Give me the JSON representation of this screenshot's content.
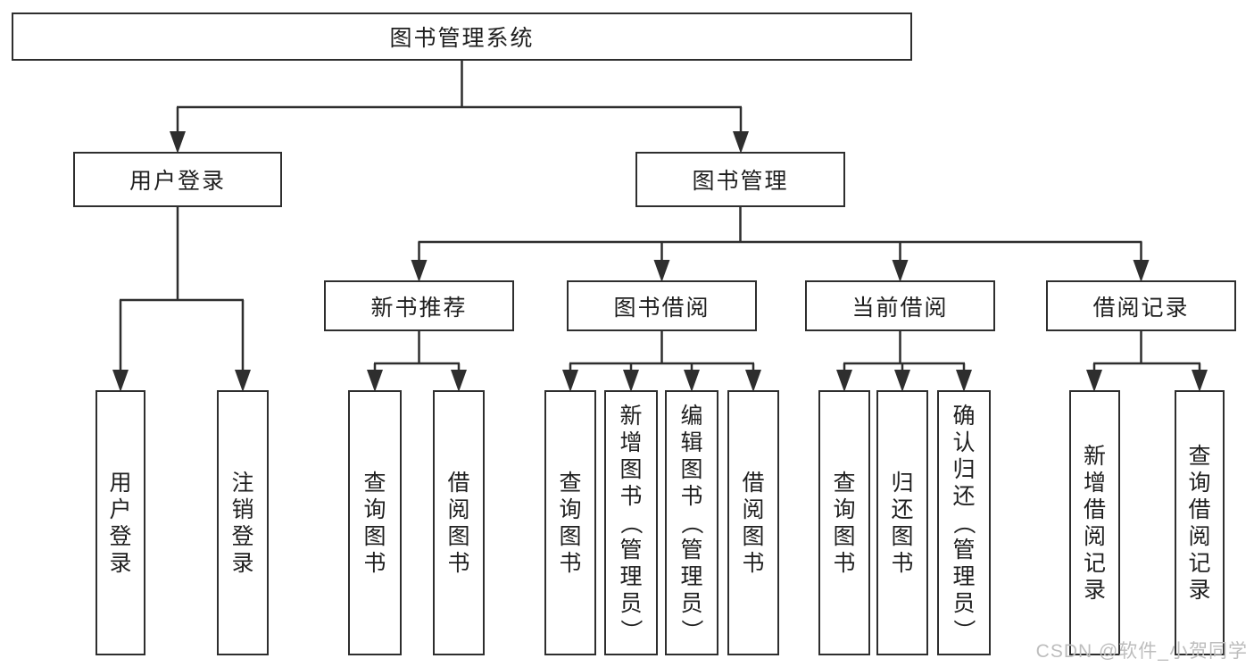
{
  "diagram_title": "图书管理系统",
  "nodes": {
    "root": {
      "label": "图书管理系统"
    },
    "level2": [
      {
        "label": "用户登录"
      },
      {
        "label": "图书管理"
      }
    ],
    "level3": [
      {
        "label": "新书推荐"
      },
      {
        "label": "图书借阅"
      },
      {
        "label": "当前借阅"
      },
      {
        "label": "借阅记录"
      }
    ],
    "leaves": {
      "user_login": [
        "用户登录",
        "注销登录"
      ],
      "new_books": [
        "查询图书",
        "借阅图书"
      ],
      "book_borrow": [
        "查询图书",
        "新增图书（管理员）",
        "编辑图书（管理员）",
        "借阅图书"
      ],
      "current_borrow": [
        "查询图书",
        "归还图书",
        "确认归还（管理员）"
      ],
      "borrow_records": [
        "新增借阅记录",
        "查询借阅记录"
      ]
    }
  },
  "watermark": {
    "text": "CSDN @软件_小贺同学"
  },
  "colors": {
    "line": "#2e2e2e",
    "text": "#1f1f1f",
    "watermark": "#bdbdbd",
    "background": "#ffffff"
  }
}
